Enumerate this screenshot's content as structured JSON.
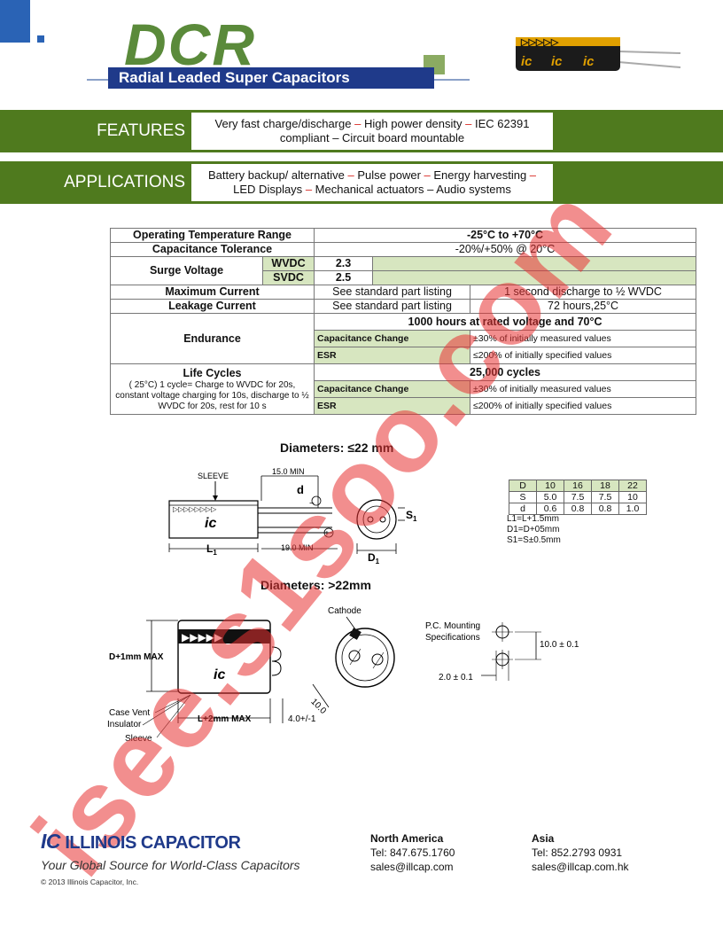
{
  "header": {
    "brand": "DCR",
    "subtitle": "Radial Leaded Super Capacitors",
    "cap_marking": "ic"
  },
  "features": {
    "label": "FEATURES",
    "items": [
      "Very fast charge/discharge",
      "High power density",
      "IEC 62391 compliant",
      "Circuit board mountable"
    ]
  },
  "applications": {
    "label": "APPLICATIONS",
    "items": [
      "Battery backup/ alternative",
      "Pulse power",
      "Energy harvesting",
      "LED Displays",
      "Mechanical actuators",
      "Audio systems"
    ]
  },
  "separator": "–",
  "spec": {
    "op_temp_label": "Operating Temperature Range",
    "op_temp_value": "-25°C to +70°C",
    "cap_tol_label": "Capacitance Tolerance",
    "cap_tol_value": "-20%/+50% @ 20°C",
    "surge_label": "Surge Voltage",
    "wvdc_label": "WVDC",
    "wvdc_value": "2.3",
    "svdc_label": "SVDC",
    "svdc_value": "2.5",
    "max_current_label": "Maximum Current",
    "max_current_value": "See standard part listing",
    "max_current_note": "1 second discharge to ½ WVDC",
    "leakage_label": "Leakage Current",
    "leakage_value": "See standard part listing",
    "leakage_note": "72 hours,25°C",
    "endurance_label": "Endurance",
    "endurance_title": "1000 hours at rated voltage and 70°C",
    "cap_change_label": "Capacitance Change",
    "cap_change_value": "±30% of initially measured values",
    "esr_label": "ESR",
    "esr_value": "≤200% of initially specified values",
    "life_label": "Life Cycles",
    "life_desc": "( 25°C) 1 cycle= Charge to WVDC for 20s, constant voltage charging for 10s, discharge to ½ WVDC for 20s, rest for 10 s",
    "life_title": "25,000 cycles",
    "life_cap_change_label": "Capacitance Change",
    "life_cap_change_value": "±30% of initially measured values",
    "life_esr_label": "ESR",
    "life_esr_value": "≤200% of initially specified values"
  },
  "diagram1": {
    "title": "Diameters: ≤22 mm",
    "sleeve": "SLEEVE",
    "min15": "15.0 MIN",
    "min19": "19.0 MIN",
    "d": "d",
    "s1": "S",
    "s1_sub": "1",
    "l1": "L",
    "l1_sub": "1",
    "d1": "D",
    "d1_sub": "1",
    "minus": "−",
    "plus": "+"
  },
  "dim_table": {
    "rows": [
      [
        "D",
        "10",
        "16",
        "18",
        "22"
      ],
      [
        "S",
        "5.0",
        "7.5",
        "7.5",
        "10"
      ],
      [
        "d",
        "0.6",
        "0.8",
        "0.8",
        "1.0"
      ]
    ],
    "notes": [
      "L1=L+1.5mm",
      "D1=D+05mm",
      "S1=S±0.5mm"
    ]
  },
  "diagram2": {
    "title": "Diameters: >22mm",
    "d_max": "D+1mm MAX",
    "l_max": "L+2mm MAX",
    "lead": "4.0+/-1",
    "case_vent": "Case Vent",
    "insulator": "Insulator",
    "sleeve": "Sleeve",
    "cathode": "Cathode",
    "ten": "10.0",
    "pc_mount_1": "P.C. Mounting",
    "pc_mount_2": "Specifications",
    "spacing_10": "10.0 ± 0.1",
    "spacing_2": "2.0 ± 0.1"
  },
  "footer": {
    "logo_ic": "IC",
    "logo_name": "ILLINOIS CAPACITOR",
    "tagline": "Your Global Source for World-Class Capacitors",
    "copyright": "© 2013 Illinois Capacitor, Inc.",
    "na_title": "North America",
    "na_tel": "Tel: 847.675.1760",
    "na_email": "sales@illcap.com",
    "asia_title": "Asia",
    "asia_tel": "Tel: 852.2793 0931",
    "asia_email": "sales@illcap.com.hk"
  },
  "watermark": "isee.s1soo.com",
  "colors": {
    "green_bar": "#4f7a1e",
    "navy": "#1f3a8a",
    "brand_green": "#5a8a3a",
    "accent_red": "#d8261f",
    "table_green": "#d7e6c0"
  }
}
